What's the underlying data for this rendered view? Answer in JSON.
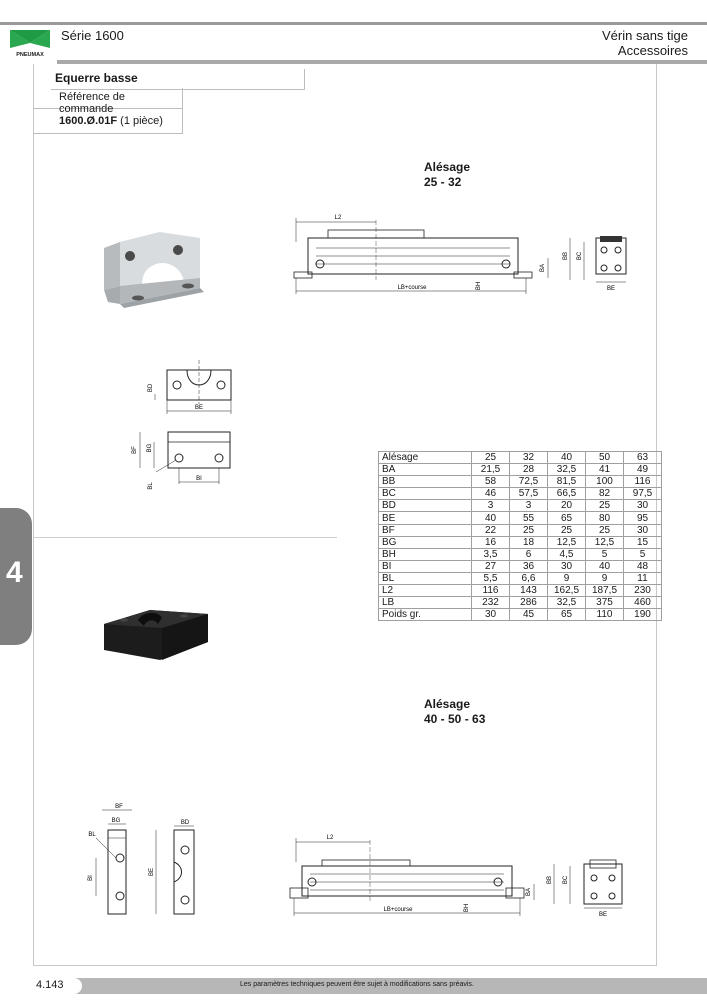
{
  "header": {
    "series": "Série 1600",
    "title_line1": "Vérin sans tige",
    "title_line2": "Accessoires",
    "logo_text": "PNEUMAX"
  },
  "section": {
    "title": "Equerre basse",
    "order_ref_label": "Référence de commande",
    "order_ref_code": "1600.Ø.01F",
    "order_ref_qty": "(1 pièce)"
  },
  "chapter_tab": "4",
  "bore_small": {
    "label": "Alésage",
    "values": "25 - 32"
  },
  "bore_large": {
    "label": "Alésage",
    "values": "40 - 50 - 63"
  },
  "dimension_labels": {
    "L2": "L2",
    "LB_course": "LB+course",
    "BA": "BA",
    "BB": "BB",
    "BC": "BC",
    "BD": "BD",
    "BE": "BE",
    "BF": "BF",
    "BG": "BG",
    "BH": "BH",
    "BI": "BI",
    "BL": "BL"
  },
  "spec_table": {
    "header": [
      "Alésage",
      "25",
      "32",
      "40",
      "50",
      "63"
    ],
    "rows": [
      [
        "BA",
        "21,5",
        "28",
        "32,5",
        "41",
        "49"
      ],
      [
        "BB",
        "58",
        "72,5",
        "81,5",
        "100",
        "116"
      ],
      [
        "BC",
        "46",
        "57,5",
        "66,5",
        "82",
        "97,5"
      ],
      [
        "BD",
        "3",
        "3",
        "20",
        "25",
        "30"
      ],
      [
        "BE",
        "40",
        "55",
        "65",
        "80",
        "95"
      ],
      [
        "BF",
        "22",
        "25",
        "25",
        "25",
        "30"
      ],
      [
        "BG",
        "16",
        "18",
        "12,5",
        "12,5",
        "15"
      ],
      [
        "BH",
        "3,5",
        "6",
        "4,5",
        "5",
        "5"
      ],
      [
        "BI",
        "27",
        "36",
        "30",
        "40",
        "48"
      ],
      [
        "BL",
        "5,5",
        "6,6",
        "9",
        "9",
        "11"
      ],
      [
        "L2",
        "116",
        "143",
        "162,5",
        "187,5",
        "230"
      ],
      [
        "LB",
        "232",
        "286",
        "32,5",
        "375",
        "460"
      ],
      [
        "Poids gr.",
        "30",
        "45",
        "65",
        "110",
        "190"
      ]
    ]
  },
  "footer": {
    "page_number": "4.143",
    "note": "Les paramètres techniques peuvent être sujet à modifications sans préavis."
  },
  "colors": {
    "header_bar": "#a9a9a9",
    "chapter_tab": "#7f7f7f",
    "logo_green": "#1f9a45",
    "bracket_dark": "#1c1c1c",
    "bracket_light": "#c9ccce"
  }
}
